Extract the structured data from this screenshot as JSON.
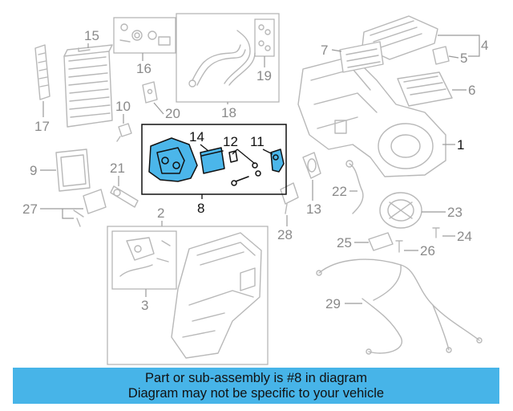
{
  "diagram": {
    "callouts": {
      "c1": "1",
      "c2": "2",
      "c3": "3",
      "c4": "4",
      "c5": "5",
      "c6": "6",
      "c7": "7",
      "c8": "8",
      "c9": "9",
      "c10": "10",
      "c11": "11",
      "c12": "12",
      "c13": "13",
      "c14": "14",
      "c15": "15",
      "c16": "16",
      "c17": "17",
      "c18": "18",
      "c19": "19",
      "c20": "20",
      "c21": "21",
      "c22": "22",
      "c23": "23",
      "c24": "24",
      "c25": "25",
      "c26": "26",
      "c27": "27",
      "c28": "28",
      "c29": "29"
    },
    "highlighted_part": "8",
    "highlight_color": "#4bb6ea"
  },
  "banner": {
    "line1": "Part or sub-assembly is #8 in diagram",
    "line2": "Diagram may not be specific to your vehicle",
    "background_color": "#47b4e8"
  }
}
